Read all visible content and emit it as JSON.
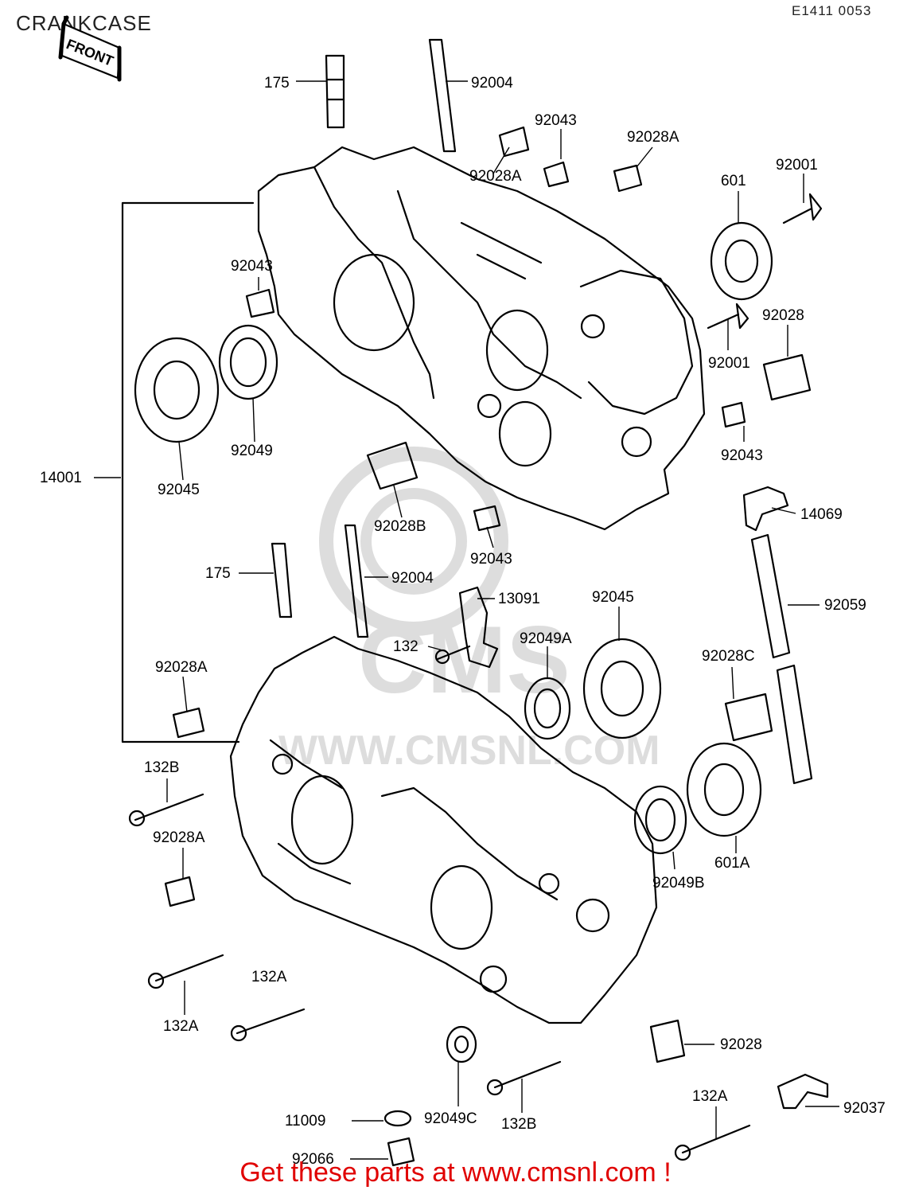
{
  "diagram": {
    "title": "CRANKCASE",
    "figure_code": "E1411 0053",
    "front_label": "FRONT",
    "watermark_text": "WWW.CMSNL.COM",
    "footer": "Get these parts at www.cmsnl.com !"
  },
  "callouts": [
    {
      "label": "175"
    },
    {
      "label": "92004"
    },
    {
      "label": "92043"
    },
    {
      "label": "92028A"
    },
    {
      "label": "92028A"
    },
    {
      "label": "92001"
    },
    {
      "label": "601"
    },
    {
      "label": "92043"
    },
    {
      "label": "92028"
    },
    {
      "label": "92001"
    },
    {
      "label": "92043"
    },
    {
      "label": "14001"
    },
    {
      "label": "92049"
    },
    {
      "label": "92045"
    },
    {
      "label": "92028B"
    },
    {
      "label": "92043"
    },
    {
      "label": "14069"
    },
    {
      "label": "175"
    },
    {
      "label": "92004"
    },
    {
      "label": "13091"
    },
    {
      "label": "92045"
    },
    {
      "label": "92059"
    },
    {
      "label": "132"
    },
    {
      "label": "92049A"
    },
    {
      "label": "92028C"
    },
    {
      "label": "92028A"
    },
    {
      "label": "132B"
    },
    {
      "label": "92028A"
    },
    {
      "label": "92049B"
    },
    {
      "label": "601A"
    },
    {
      "label": "132A"
    },
    {
      "label": "132A"
    },
    {
      "label": "92028"
    },
    {
      "label": "11009"
    },
    {
      "label": "92049C"
    },
    {
      "label": "132B"
    },
    {
      "label": "132A"
    },
    {
      "label": "92037"
    },
    {
      "label": "92066"
    }
  ]
}
